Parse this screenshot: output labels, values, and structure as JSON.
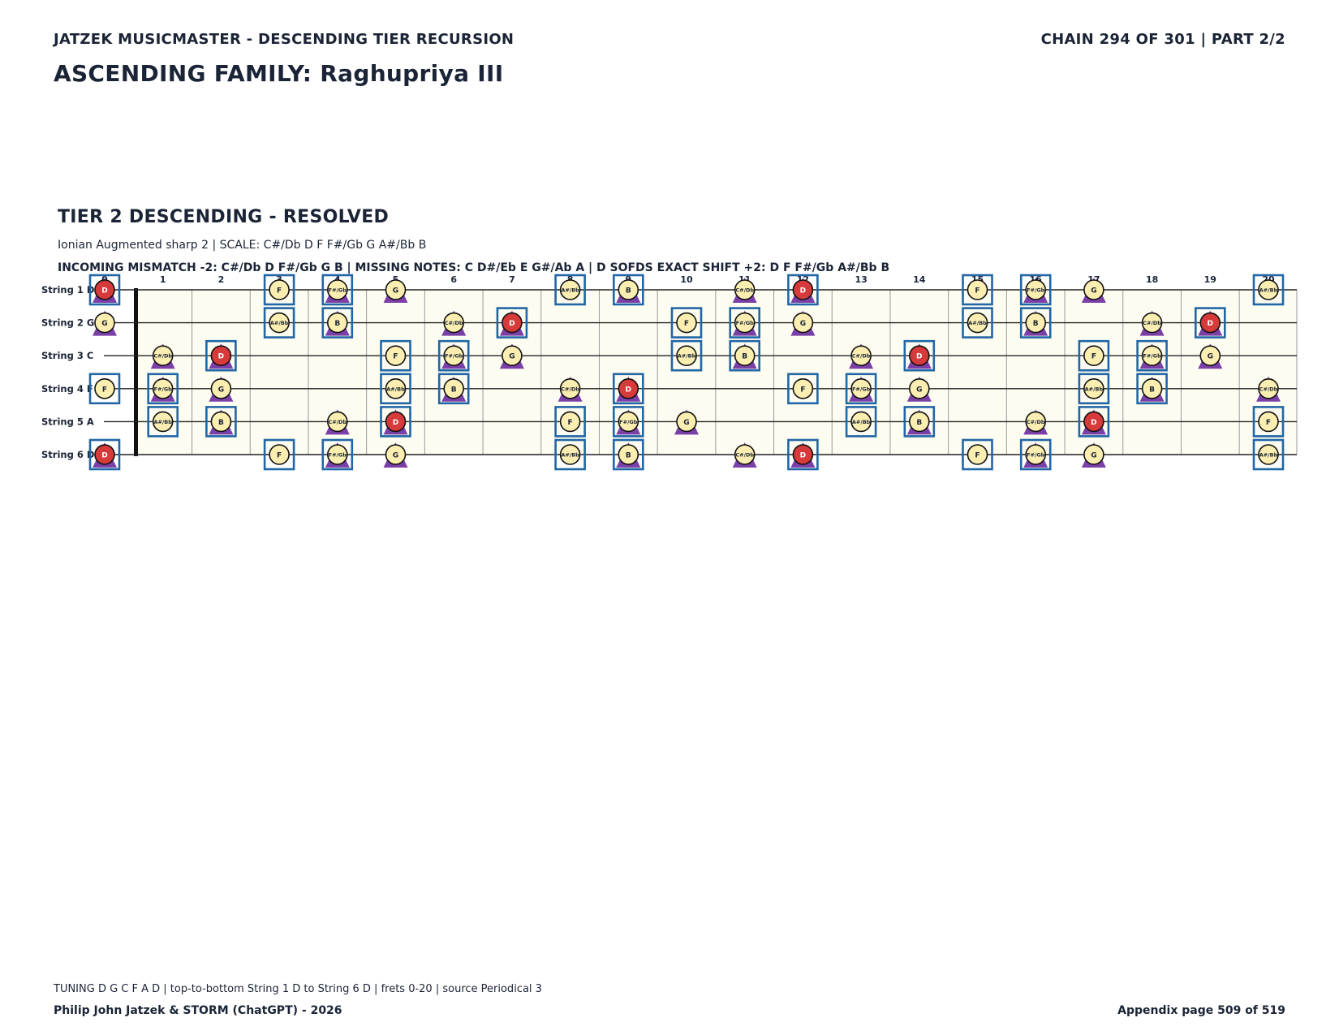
{
  "header": {
    "left": "JATZEK MUSICMASTER - DESCENDING TIER RECURSION",
    "right": "CHAIN 294 OF 301  |  PART 2/2",
    "family": "ASCENDING FAMILY: Raghupriya III"
  },
  "section": {
    "title": "TIER 2 DESCENDING - RESOLVED",
    "mode_line": "Ionian Augmented sharp 2  |  SCALE: C#/Db D F F#/Gb G A#/Bb B",
    "mismatch_line": "INCOMING MISMATCH -2: C#/Db D F#/Gb G B  |  MISSING NOTES: C D#/Eb E G#/Ab A  |  D SOFDS EXACT SHIFT +2: D F F#/Gb A#/Bb B"
  },
  "fretboard": {
    "fret_count": 20,
    "fret_numbers": [
      "0",
      "1",
      "2",
      "3",
      "4",
      "5",
      "6",
      "7",
      "8",
      "9",
      "10",
      "11",
      "12",
      "13",
      "14",
      "15",
      "16",
      "17",
      "18",
      "19",
      "20"
    ],
    "strings": [
      {
        "label": "String 1 D",
        "open": 2
      },
      {
        "label": "String 2 G",
        "open": 7
      },
      {
        "label": "String 3 C",
        "open": 0
      },
      {
        "label": "String 4 F",
        "open": 5
      },
      {
        "label": "String 5 A",
        "open": 9
      },
      {
        "label": "String 6 D",
        "open": 2
      }
    ],
    "note_names": [
      "C",
      "C#/Db",
      "D",
      "D#/Eb",
      "E",
      "F",
      "F#/Gb",
      "G",
      "G#/Ab",
      "A",
      "A#/Bb",
      "B"
    ],
    "scale_pitches": [
      1,
      2,
      5,
      6,
      7,
      10,
      11
    ],
    "root_pitch": 2,
    "boxed_pitches": [
      2,
      5,
      6,
      10,
      11
    ],
    "triangle_pitches": [
      1,
      2,
      6,
      7,
      11
    ],
    "colors": {
      "board": "#fdfcf1",
      "note_fill": "#fbeeb0",
      "root_fill": "#d63a3a",
      "box": "#2166a6",
      "triangle": "#7b3fa8",
      "line": "#222222",
      "fret_line": "#9a9a9a"
    }
  },
  "footer": {
    "tuning": "TUNING D G C F A D | top-to-bottom String 1 D to String 6 D | frets 0-20 | source Periodical 3",
    "credit": "Philip John Jatzek & STORM (ChatGPT) - 2026",
    "page": "Appendix page 509 of 519"
  }
}
